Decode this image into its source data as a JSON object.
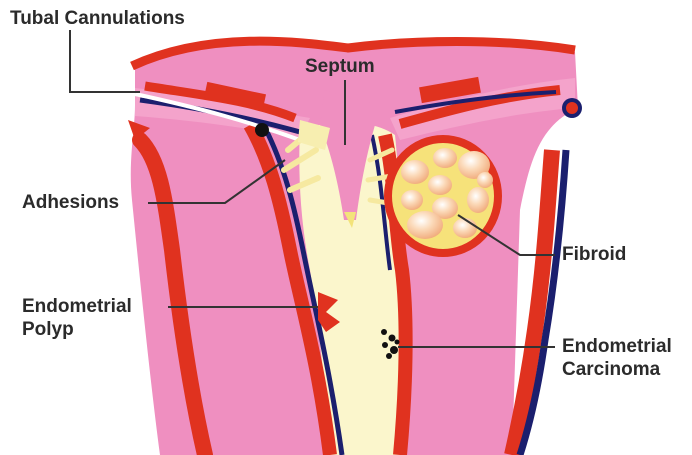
{
  "labels": {
    "tubal_cannulations": "Tubal Cannulations",
    "septum": "Septum",
    "adhesions": "Adhesions",
    "fibroid": "Fibroid",
    "endometrial_polyp_line1": "Endometrial",
    "endometrial_polyp_line2": "Polyp",
    "endometrial_carcinoma_line1": "Endometrial",
    "endometrial_carcinoma_line2": "Carcinoma"
  },
  "colors": {
    "tissue_pink": "#ef8fc0",
    "muscle_red": "#e0321f",
    "outline_navy": "#1b1f6e",
    "cavity_cream": "#fbf6cc",
    "fibroid_yellow": "#f6e27a",
    "leader_line": "#333333"
  }
}
